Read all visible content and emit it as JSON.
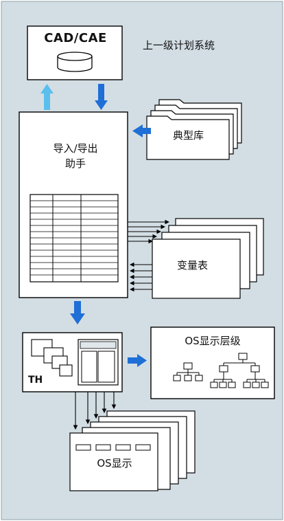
{
  "cad_box": {
    "title": "CAD/CAE"
  },
  "upper_system": {
    "label": "上一级计划系统"
  },
  "library": {
    "label": "典型库"
  },
  "io_helper": {
    "line1": "导入/导出",
    "line2": "助手"
  },
  "variable_table": {
    "label": "变量表"
  },
  "th_module": {
    "label": "TH"
  },
  "os_levels": {
    "label": "OS显示层级"
  },
  "os_display": {
    "label": "OS显示"
  },
  "colors": {
    "background": "#d3dee4",
    "arrow_blue": "#1f6fd6",
    "arrow_light_blue": "#5bbfee",
    "box_fill": "#ffffff",
    "stroke": "#000000"
  }
}
